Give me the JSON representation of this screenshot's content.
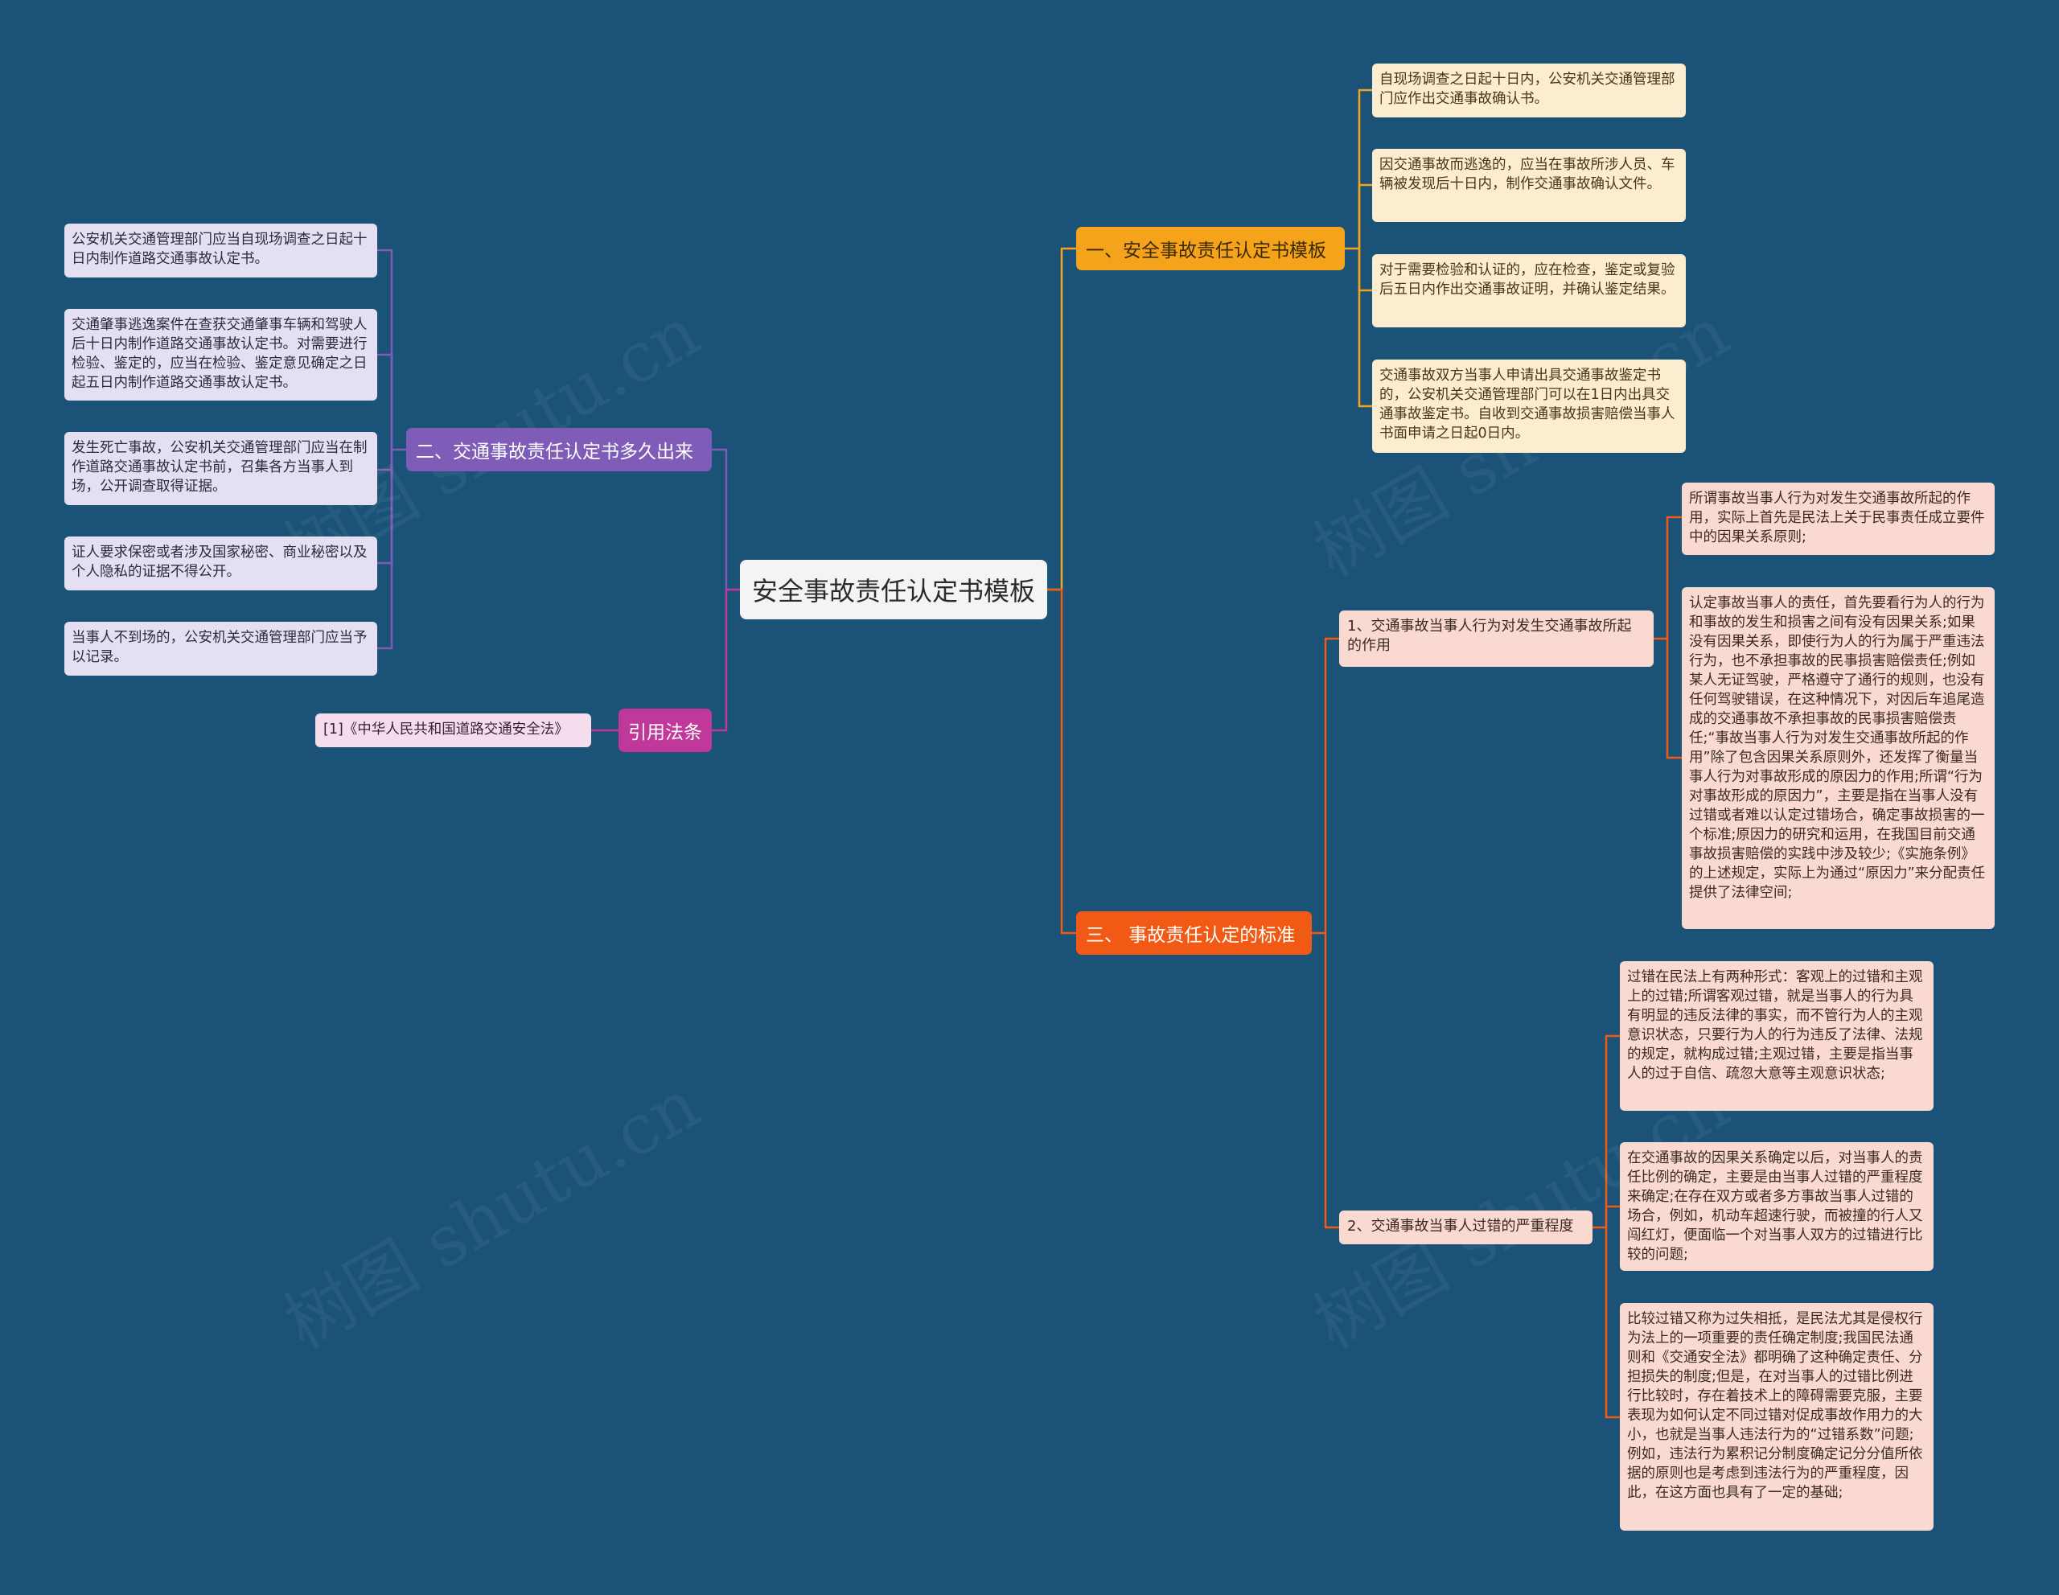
{
  "root": {
    "title": "安全事故责任认定书模板"
  },
  "branches": {
    "b1": {
      "label": "一、安全事故责任认定书模板",
      "leaves": [
        "自现场调查之日起十日内，公安机关交通管理部门应作出交通事故确认书。",
        "因交通事故而逃逸的，应当在事故所涉人员、车辆被发现后十日内，制作交通事故确认文件。",
        "对于需要检验和认证的，应在检查，鉴定或复验后五日内作出交通事故证明，并确认鉴定结果。",
        "交通事故双方当事人申请出具交通事故鉴定书的，公安机关交通管理部门可以在1日内出具交通事故鉴定书。自收到交通事故损害赔偿当事人书面申请之日起0日内。"
      ]
    },
    "b2": {
      "label": "二、交通事故责任认定书多久出来",
      "leaves": [
        "公安机关交通管理部门应当自现场调查之日起十日内制作道路交通事故认定书。",
        "交通肇事逃逸案件在查获交通肇事车辆和驾驶人后十日内制作道路交通事故认定书。对需要进行检验、鉴定的，应当在检验、鉴定意见确定之日起五日内制作道路交通事故认定书。",
        "发生死亡事故，公安机关交通管理部门应当在制作道路交通事故认定书前，召集各方当事人到场，公开调查取得证据。",
        "证人要求保密或者涉及国家秘密、商业秘密以及个人隐私的证据不得公开。",
        "当事人不到场的，公安机关交通管理部门应当予以记录。"
      ]
    },
    "b3": {
      "label": "三、 事故责任认定的标准",
      "subs": [
        {
          "label": "1、交通事故当事人行为对发生交通事故所起的作用",
          "leaves": [
            "所谓事故当事人行为对发生交通事故所起的作用，实际上首先是民法上关于民事责任成立要件中的因果关系原则;",
            "认定事故当事人的责任，首先要看行为人的行为和事故的发生和损害之间有没有因果关系;如果没有因果关系，即使行为人的行为属于严重违法行为，也不承担事故的民事损害赔偿责任;例如某人无证驾驶，严格遵守了通行的规则，也没有任何驾驶错误，在这种情况下，对因后车追尾造成的交通事故不承担事故的民事损害赔偿责任;“事故当事人行为对发生交通事故所起的作用”除了包含因果关系原则外，还发挥了衡量当事人行为对事故形成的原因力的作用;所谓“行为对事故形成的原因力”，主要是指在当事人没有过错或者难以认定过错场合，确定事故损害的一个标准;原因力的研究和运用，在我国目前交通事故损害赔偿的实践中涉及较少;《实施条例》的上述规定，实际上为通过“原因力”来分配责任提供了法律空间;"
          ]
        },
        {
          "label": "2、交通事故当事人过错的严重程度",
          "leaves": [
            "过错在民法上有两种形式：客观上的过错和主观上的过错;所谓客观过错，就是当事人的行为具有明显的违反法律的事实，而不管行为人的主观意识状态，只要行为人的行为违反了法律、法规的规定，就构成过错;主观过错，主要是指当事人的过于自信、疏忽大意等主观意识状态;",
            "在交通事故的因果关系确定以后，对当事人的责任比例的确定，主要是由当事人过错的严重程度来确定;在存在双方或者多方事故当事人过错的场合，例如，机动车超速行驶，而被撞的行人又闯红灯，便面临一个对当事人双方的过错进行比较的问题;",
            "比较过错又称为过失相抵，是民法尤其是侵权行为法上的一项重要的责任确定制度;我国民法通则和《交通安全法》都明确了这种确定责任、分担损失的制度;但是，在对当事人的过错比例进行比较时，存在着技术上的障碍需要克服，主要表现为如何认定不同过错对促成事故作用力的大小，也就是当事人违法行为的“过错系数”问题;例如，违法行为累积记分制度确定记分分值所依据的原则也是考虑到违法行为的严重程度，因此，在这方面也具有了一定的基础;"
          ]
        }
      ]
    },
    "b4": {
      "label": "引用法条",
      "leaves": [
        "[1]《中华人民共和国道路交通安全法》"
      ]
    }
  },
  "watermark": "树图 shutu.cn",
  "colors": {
    "background": "#1a5278",
    "branch1": "#f5a31a",
    "branch2": "#7e5cb8",
    "branch3": "#f05a14",
    "branch4": "#c0389a"
  }
}
